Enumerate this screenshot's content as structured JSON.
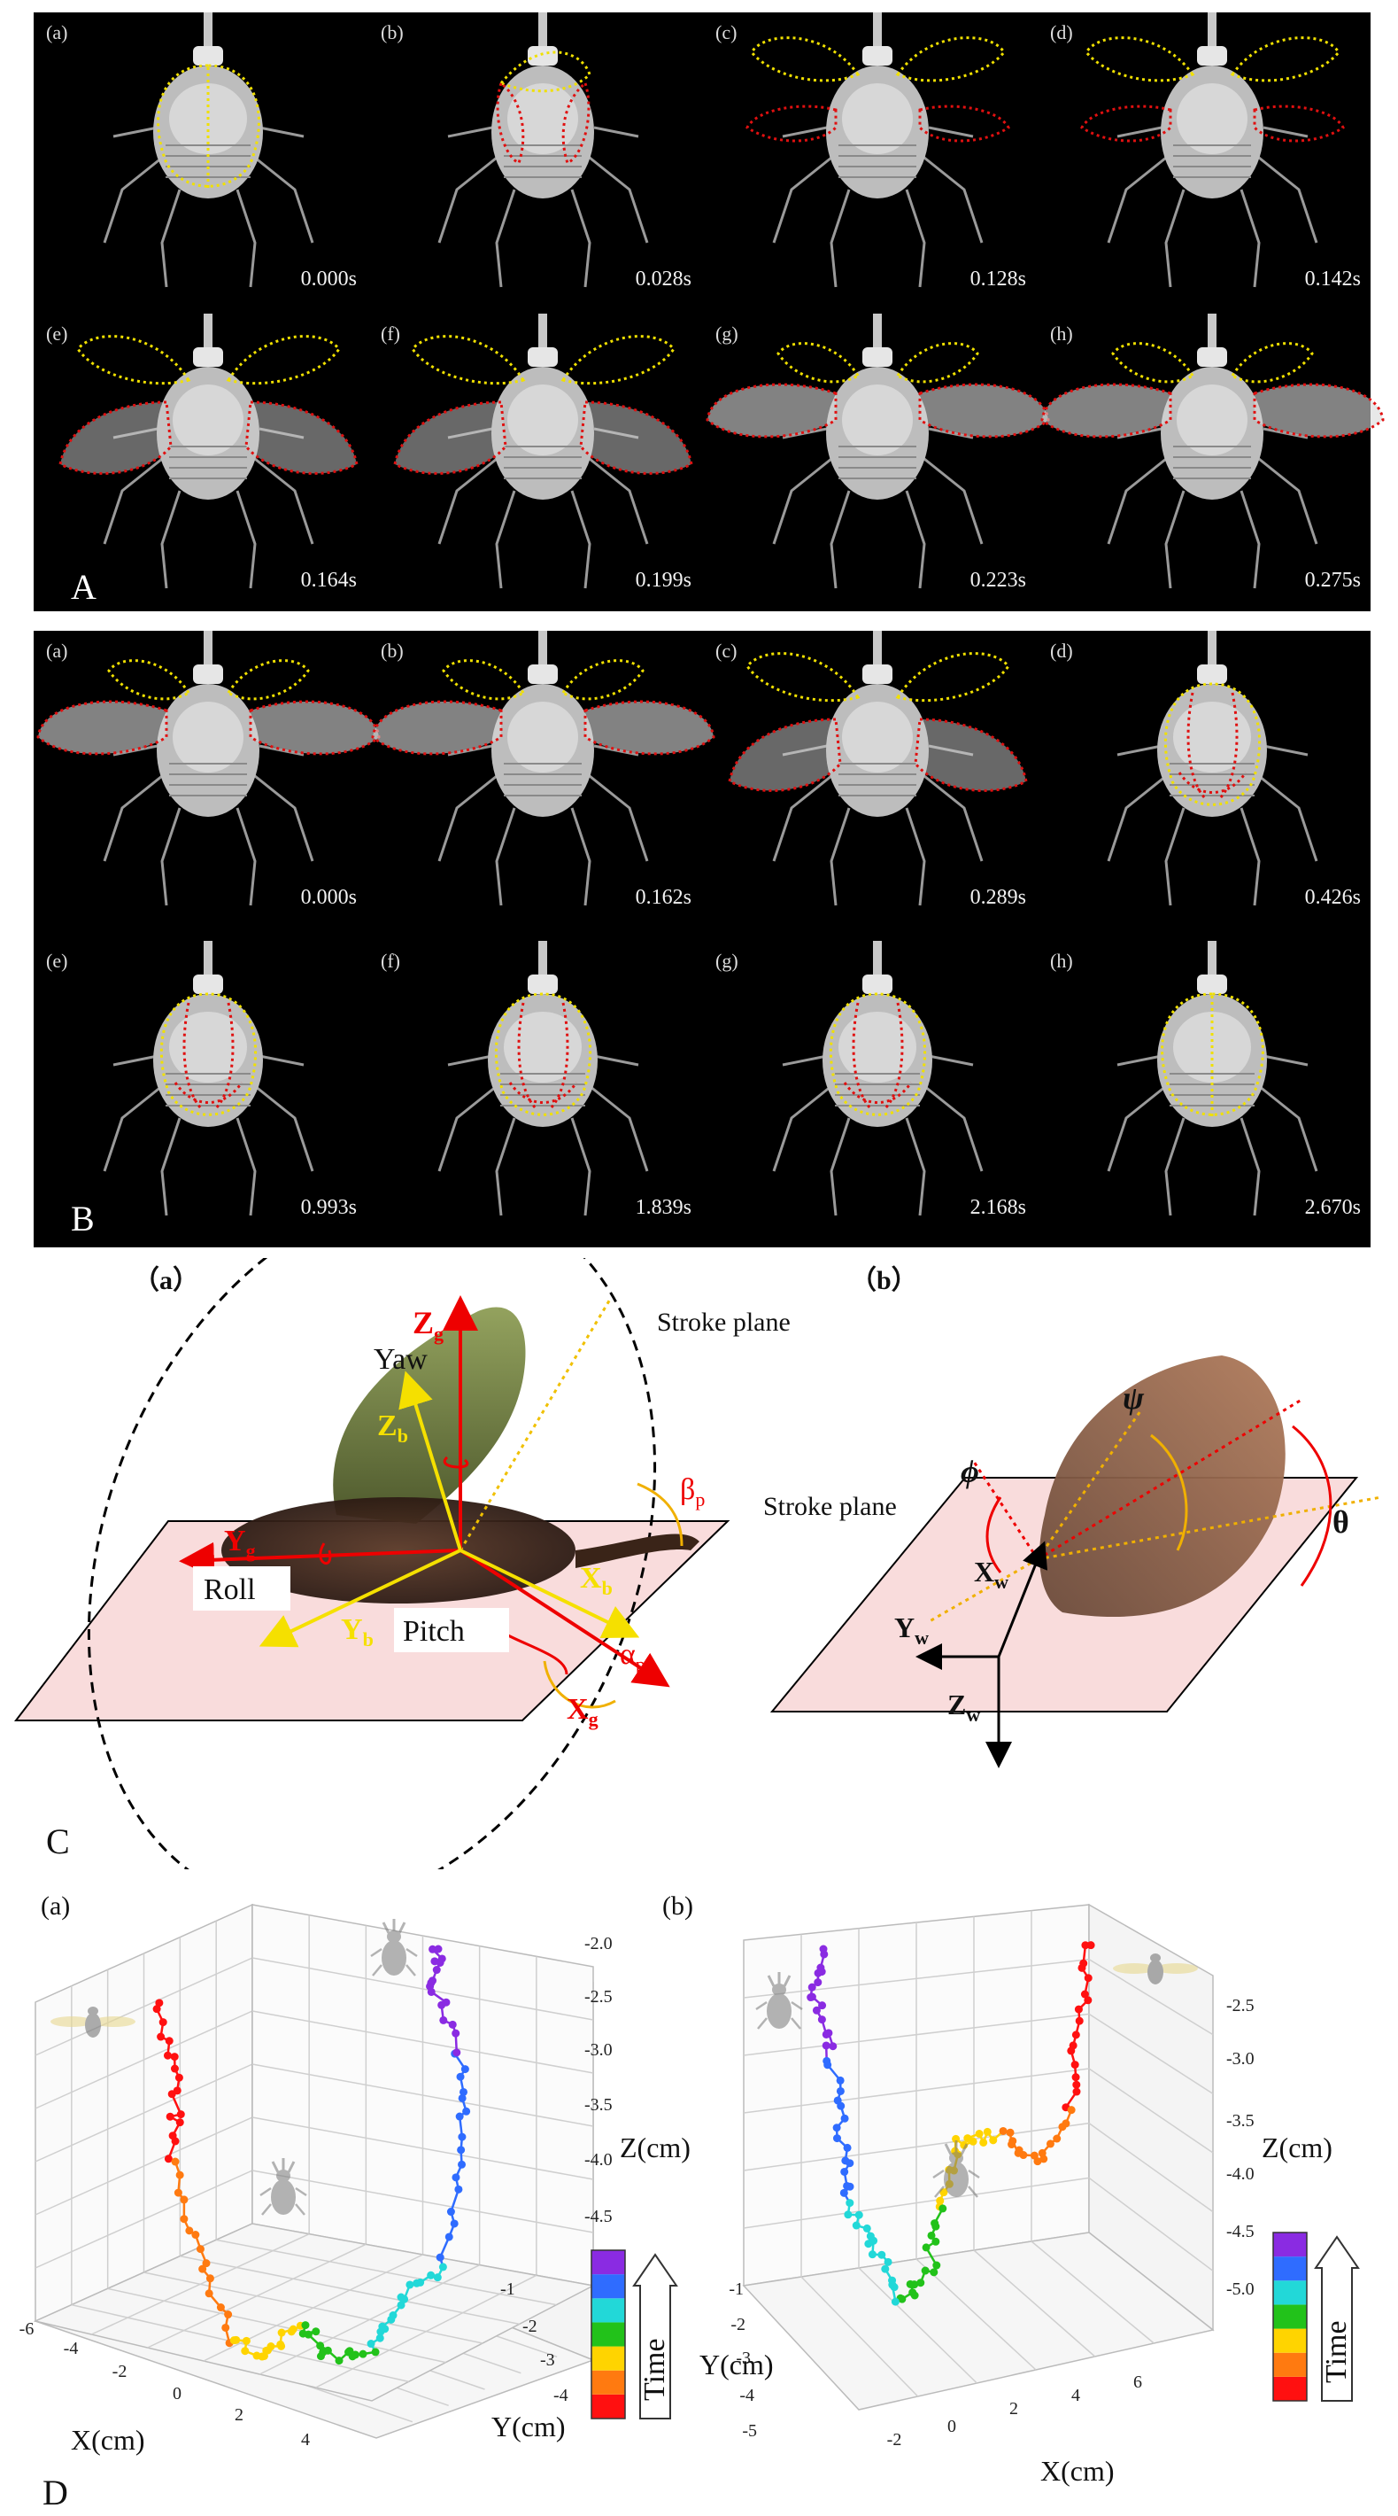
{
  "panelA": {
    "label": "A",
    "frames": [
      {
        "sub": "(a)",
        "time": "0.000s",
        "pose": "closed"
      },
      {
        "sub": "(b)",
        "time": "0.028s",
        "pose": "opening"
      },
      {
        "sub": "(c)",
        "time": "0.128s",
        "pose": "elytra"
      },
      {
        "sub": "(d)",
        "time": "0.142s",
        "pose": "elytra"
      },
      {
        "sub": "(e)",
        "time": "0.164s",
        "pose": "half"
      },
      {
        "sub": "(f)",
        "time": "0.199s",
        "pose": "half"
      },
      {
        "sub": "(g)",
        "time": "0.223s",
        "pose": "open"
      },
      {
        "sub": "(h)",
        "time": "0.275s",
        "pose": "open"
      }
    ]
  },
  "panelB": {
    "label": "B",
    "frames": [
      {
        "sub": "(a)",
        "time": "0.000s",
        "pose": "open"
      },
      {
        "sub": "(b)",
        "time": "0.162s",
        "pose": "open"
      },
      {
        "sub": "(c)",
        "time": "0.289s",
        "pose": "half"
      },
      {
        "sub": "(d)",
        "time": "0.426s",
        "pose": "folding"
      },
      {
        "sub": "(e)",
        "time": "0.993s",
        "pose": "folding"
      },
      {
        "sub": "(f)",
        "time": "1.839s",
        "pose": "folding"
      },
      {
        "sub": "(g)",
        "time": "2.168s",
        "pose": "folding"
      },
      {
        "sub": "(h)",
        "time": "2.670s",
        "pose": "closed"
      }
    ]
  },
  "panelC": {
    "label": "C",
    "sub_a": "（a）",
    "sub_b": "（b）",
    "left": {
      "stroke_plane": "Stroke plane",
      "yaw": "Yaw",
      "roll": "Roll",
      "pitch": "Pitch",
      "zg": "Z",
      "zg_sub": "g",
      "yg": "Y",
      "yg_sub": "g",
      "xg": "X",
      "xg_sub": "g",
      "zb": "Z",
      "zb_sub": "b",
      "yb": "Y",
      "yb_sub": "b",
      "xb": "X",
      "xb_sub": "b",
      "beta": "β",
      "beta_sub": "p",
      "alpha": "α",
      "alpha_sub": "p"
    },
    "right": {
      "stroke_plane": "Stroke plane",
      "phi": "ϕ",
      "psi": "ψ",
      "theta": "θ",
      "xw": "X",
      "xw_sub": "w",
      "yw": "Y",
      "yw_sub": "w",
      "zw": "Z",
      "zw_sub": "w"
    }
  },
  "panelD": {
    "label": "D",
    "colorbar_label": "Time",
    "colorbar_colors": [
      "#ff1010",
      "#ff7a10",
      "#ffd400",
      "#22c21a",
      "#22d8d8",
      "#2f6cff",
      "#8a2be2"
    ],
    "chart_data": [
      {
        "type": "scatter",
        "subtitle": "(a)",
        "xlabel": "X(cm)",
        "ylabel": "Y(cm)",
        "zlabel": "Z(cm)",
        "x_ticks": [
          "-6",
          "-4",
          "-2",
          "0",
          "2",
          "4"
        ],
        "y_ticks": [
          "-1",
          "-2",
          "-3",
          "-4"
        ],
        "z_ticks": [
          "-2.0",
          "-2.5",
          "-3.0",
          "-3.5",
          "-4.0",
          "-4.5"
        ]
      },
      {
        "type": "scatter",
        "subtitle": "(b)",
        "xlabel": "X(cm)",
        "ylabel": "Y(cm)",
        "zlabel": "Z(cm)",
        "x_ticks": [
          "-2",
          "0",
          "2",
          "4",
          "6"
        ],
        "y_ticks": [
          "-1",
          "-2",
          "-3",
          "-4",
          "-5"
        ],
        "z_ticks": [
          "-2.5",
          "-3.0",
          "-3.5",
          "-4.0",
          "-4.5",
          "-5.0"
        ]
      }
    ]
  }
}
